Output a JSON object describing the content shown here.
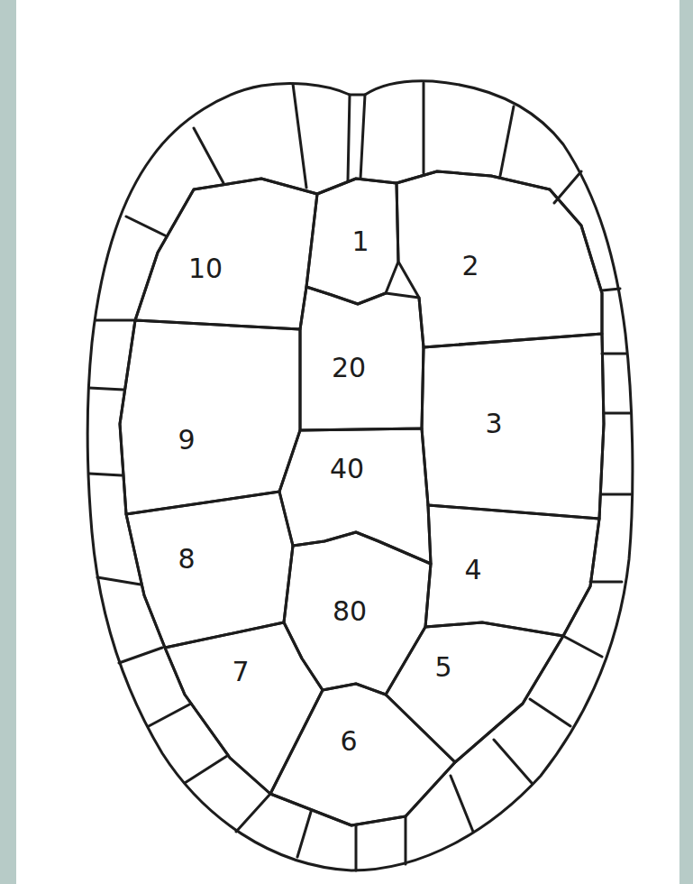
{
  "diagram": {
    "nodes": [
      {
        "text": [
          "10"
        ]
      },
      {
        "text": [
          "1"
        ]
      },
      {
        "text": [
          "2"
        ]
      },
      {
        "text": [
          "9"
        ]
      },
      {
        "text": [
          "20"
        ]
      },
      {
        "text": [
          "3"
        ]
      },
      {
        "text": [
          "40"
        ]
      },
      {
        "text": [
          "8"
        ]
      },
      {
        "text": [
          "4"
        ]
      },
      {
        "text": [
          "80"
        ]
      },
      {
        "text": [
          "7"
        ]
      },
      {
        "text": [
          "5"
        ]
      },
      {
        "text": [
          "6"
        ]
      }
    ]
  }
}
